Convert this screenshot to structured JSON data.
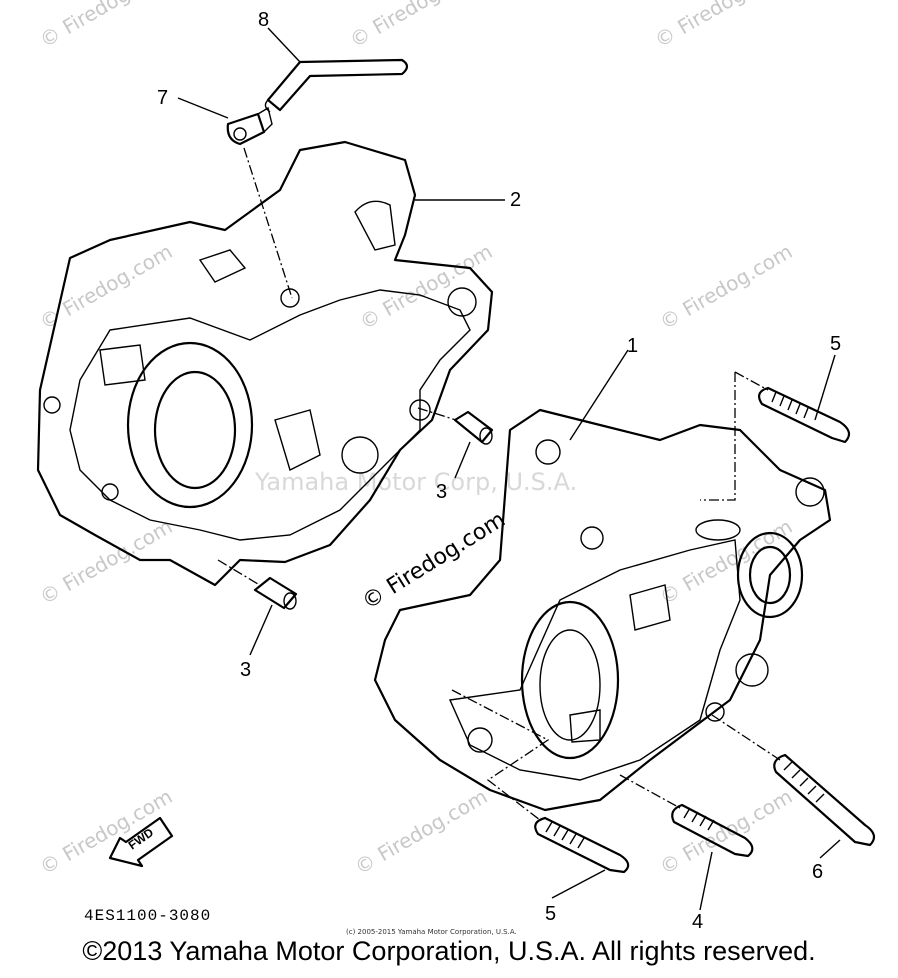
{
  "watermark": {
    "repeat_text": "© Firedog.com",
    "center_text": "© Firedog.com",
    "ghost_text": "Yamaha Motor Corp, U.S.A."
  },
  "callouts": [
    {
      "id": "c8",
      "label": "8"
    },
    {
      "id": "c7",
      "label": "7"
    },
    {
      "id": "c2",
      "label": "2"
    },
    {
      "id": "c1",
      "label": "1"
    },
    {
      "id": "c5a",
      "label": "5"
    },
    {
      "id": "c3a",
      "label": "3"
    },
    {
      "id": "c3b",
      "label": "3"
    },
    {
      "id": "c6",
      "label": "6"
    },
    {
      "id": "c5b",
      "label": "5"
    },
    {
      "id": "c4",
      "label": "4"
    }
  ],
  "fwd_label": "FWD",
  "part_code": "4ES1100-3080",
  "fine_copyright": "(c) 2005-2015 Yamaha Motor Corporation, U.S.A.",
  "footer_copyright": "©2013 Yamaha Motor Corporation, U.S.A. All rights reserved."
}
